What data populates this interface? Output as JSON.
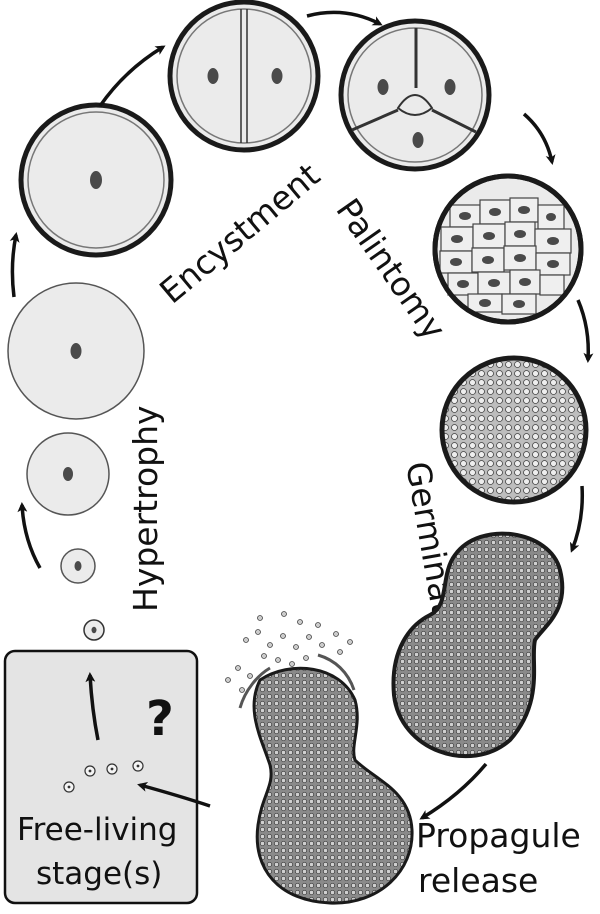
{
  "labels": {
    "encystment": "Encystment",
    "palintomy": "Palintomy",
    "germination": "Germination",
    "hypertrophy": "Hypertrophy",
    "propagule_line1": "Propagule",
    "propagule_line2": "release",
    "free_living_line1": "Free-living",
    "free_living_line2": "stage(s)",
    "question": "?"
  },
  "colors": {
    "cell_fill": "#ebebeb",
    "nucleus": "#4a4a4a",
    "outline": "#1a1a1a",
    "box_fill": "#e4e4e4",
    "mass_fill": "#9a9a9a"
  }
}
